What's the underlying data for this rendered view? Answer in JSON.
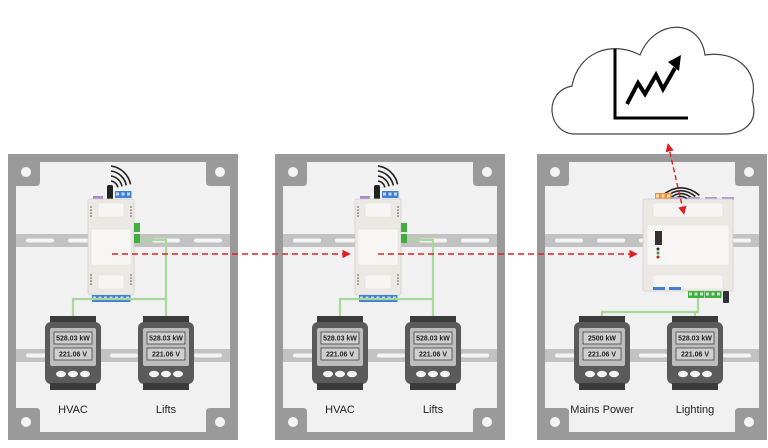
{
  "colors": {
    "enclosure_frame": "#9a9a9a",
    "enclosure_inner": "#f1f1f1",
    "din_rail": "#c2c2c2",
    "meter_body": "#5a5a5a",
    "meter_screen": "#cfcfcf",
    "gateway_body": "#ece8e4",
    "modbus_wire": "#a7d99a",
    "data_link": "#e02020",
    "terminal_blue": "#3f7fd6",
    "terminal_green": "#3fae3f",
    "terminal_orange": "#e8903a"
  },
  "cloud": {
    "icon": "chart-trend-up-icon"
  },
  "panels": [
    {
      "id": "panel-1",
      "gateway": {
        "type": "wireless-node",
        "signal_icon": "wifi-signal-icon"
      },
      "meters": [
        {
          "label": "HVAC",
          "power": "528.03 kW",
          "voltage": "221.06 V"
        },
        {
          "label": "Lifts",
          "power": "528.03 kW",
          "voltage": "221.06 V"
        }
      ]
    },
    {
      "id": "panel-2",
      "gateway": {
        "type": "wireless-node",
        "signal_icon": "wifi-signal-icon"
      },
      "meters": [
        {
          "label": "HVAC",
          "power": "528.03 kW",
          "voltage": "221.06 V"
        },
        {
          "label": "Lifts",
          "power": "528.03 kW",
          "voltage": "221.06 V"
        }
      ]
    },
    {
      "id": "panel-3",
      "gateway": {
        "type": "internet-gateway",
        "signal_icon": "wifi-signal-icon"
      },
      "meters": [
        {
          "label": "Mains Power",
          "power": "2500  kW",
          "voltage": "221.06 V"
        },
        {
          "label": "Lighting",
          "power": "528.03 kW",
          "voltage": "221.06 V"
        }
      ]
    }
  ]
}
